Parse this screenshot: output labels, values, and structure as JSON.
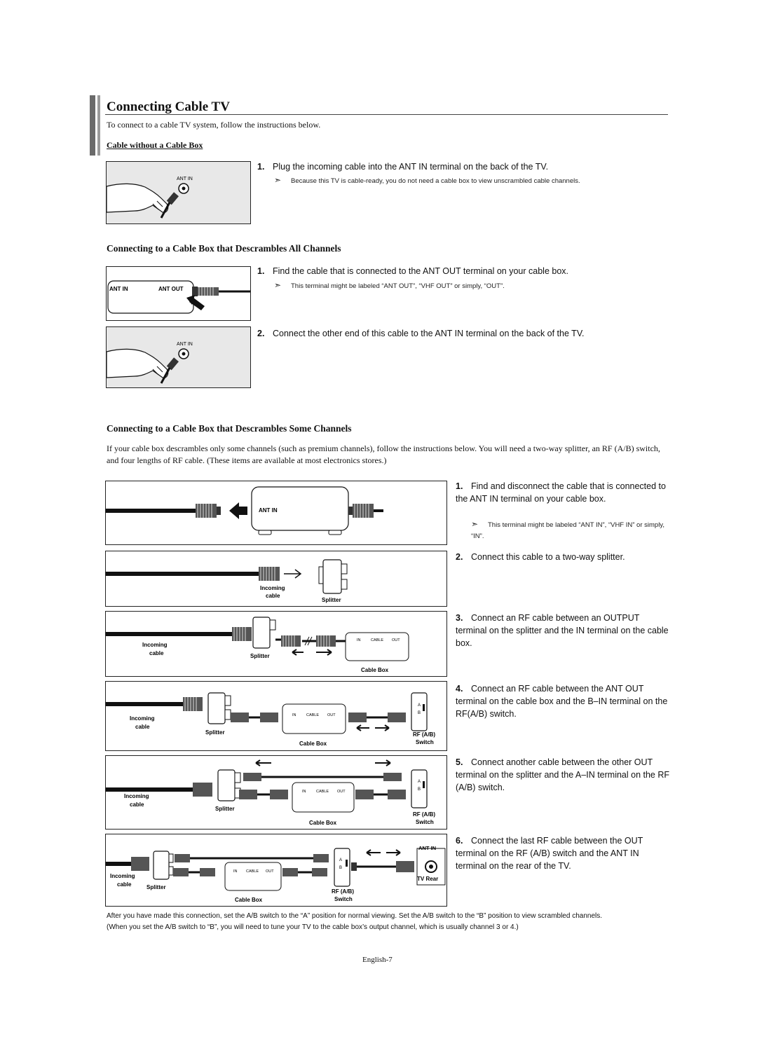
{
  "title": "Connecting Cable TV",
  "intro": "To connect to a cable TV system, follow the instructions below.",
  "section1": {
    "heading": "Cable without a Cable Box",
    "step1_num": "1.",
    "step1_text": "Plug the incoming cable into the ANT IN terminal on the back of the TV.",
    "note": "Because this TV is cable-ready, you do not need a cable box to view unscrambled cable channels.",
    "diagram_label": "ANT  IN"
  },
  "section2": {
    "heading": "Connecting to a Cable Box that Descrambles All Channels",
    "step1_num": "1.",
    "step1_text": "Find the cable that is connected to the ANT OUT terminal on your cable box.",
    "note": "This terminal might be labeled “ANT OUT”, “VHF OUT” or simply, “OUT”.",
    "step2_num": "2.",
    "step2_text": "Connect the other end of this cable to the ANT IN terminal on the back of the TV.",
    "diag_ant_in": "ANT IN",
    "diag_ant_out": "ANT OUT",
    "diag2_label": "ANT IN"
  },
  "section3": {
    "heading": "Connecting to a Cable Box that Descrambles Some Channels",
    "para": "If your cable box descrambles only some channels (such as premium channels), follow the instructions below. You will need a two-way splitter, an RF (A/B) switch, and four lengths of RF cable. (These items are available at most electronics stores.)",
    "steps": [
      {
        "num": "1.",
        "text": "Find and disconnect the cable that is connected to the ANT IN terminal on your cable box.",
        "note": "This terminal might be labeled “ANT IN”, “VHF IN” or simply, “IN”."
      },
      {
        "num": "2.",
        "text": "Connect this cable to a two-way splitter."
      },
      {
        "num": "3.",
        "text": "Connect an RF cable between an OUTPUT terminal on the splitter and the IN terminal on the cable box."
      },
      {
        "num": "4.",
        "text": "Connect an RF cable between the ANT OUT terminal on the cable box and the B–IN terminal on the RF(A/B) switch."
      },
      {
        "num": "5.",
        "text": "Connect another cable between the other OUT terminal on the splitter and the A–IN terminal on the RF (A/B) switch."
      },
      {
        "num": "6.",
        "text": "Connect the last RF cable between the OUT terminal on the RF (A/B) switch and the ANT IN terminal on the rear of the TV."
      }
    ],
    "labels": {
      "ant_in": "ANT IN",
      "incoming": "Incoming",
      "cable": "cable",
      "splitter": "Splitter",
      "cable_box": "Cable Box",
      "in": "IN",
      "cable_mid": "CABLE",
      "out": "OUT",
      "rfab": "RF (A/B)",
      "switch": "Switch",
      "tv_rear": "TV Rear",
      "a": "A",
      "b": "B"
    }
  },
  "footer": {
    "line1": "After you have made this connection, set the A/B switch to the “A” position for normal viewing. Set the A/B switch to the “B” position to view scrambled channels.",
    "line2": "(When you set the A/B switch to “B”, you will need to tune your TV to the cable box’s output channel, which is usually channel 3 or 4.)",
    "page": "English-7"
  }
}
